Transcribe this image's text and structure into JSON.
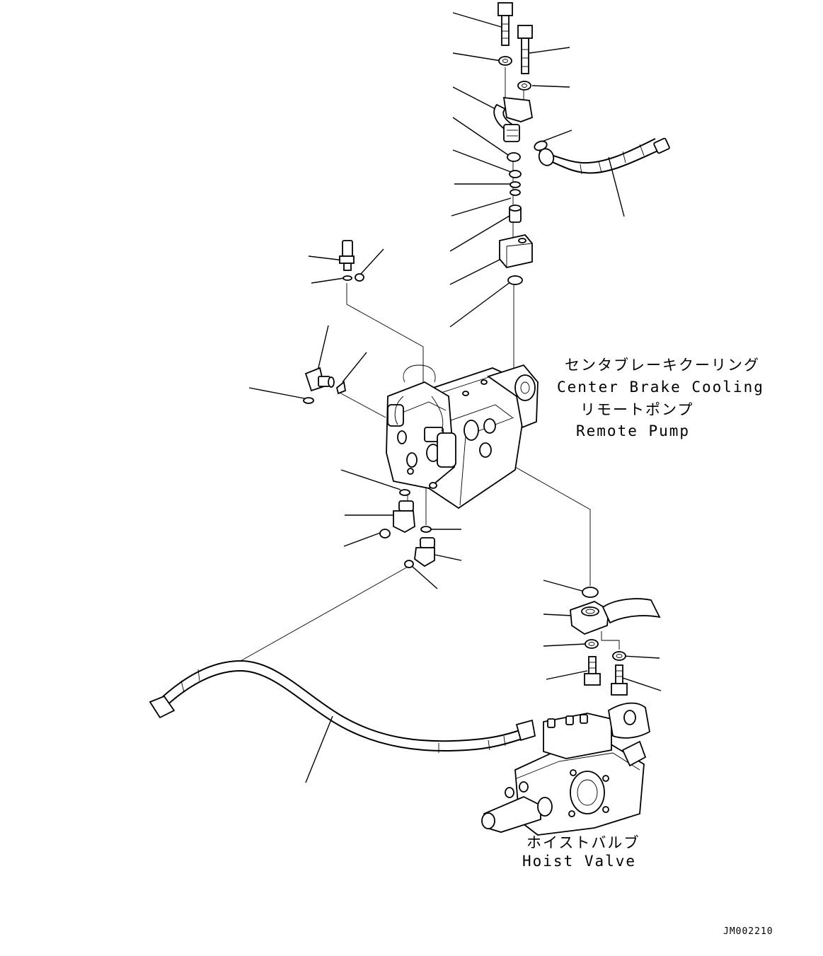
{
  "labels": {
    "center_brake_jp": "センタブレーキクーリング",
    "center_brake_en": "Center Brake Cooling",
    "remote_pump_jp": "リモートポンプ",
    "remote_pump_en": "Remote Pump",
    "hoist_valve_jp": "ホイストバルブ",
    "hoist_valve_en": "Hoist Valve",
    "drawing_code": "JM002210"
  }
}
